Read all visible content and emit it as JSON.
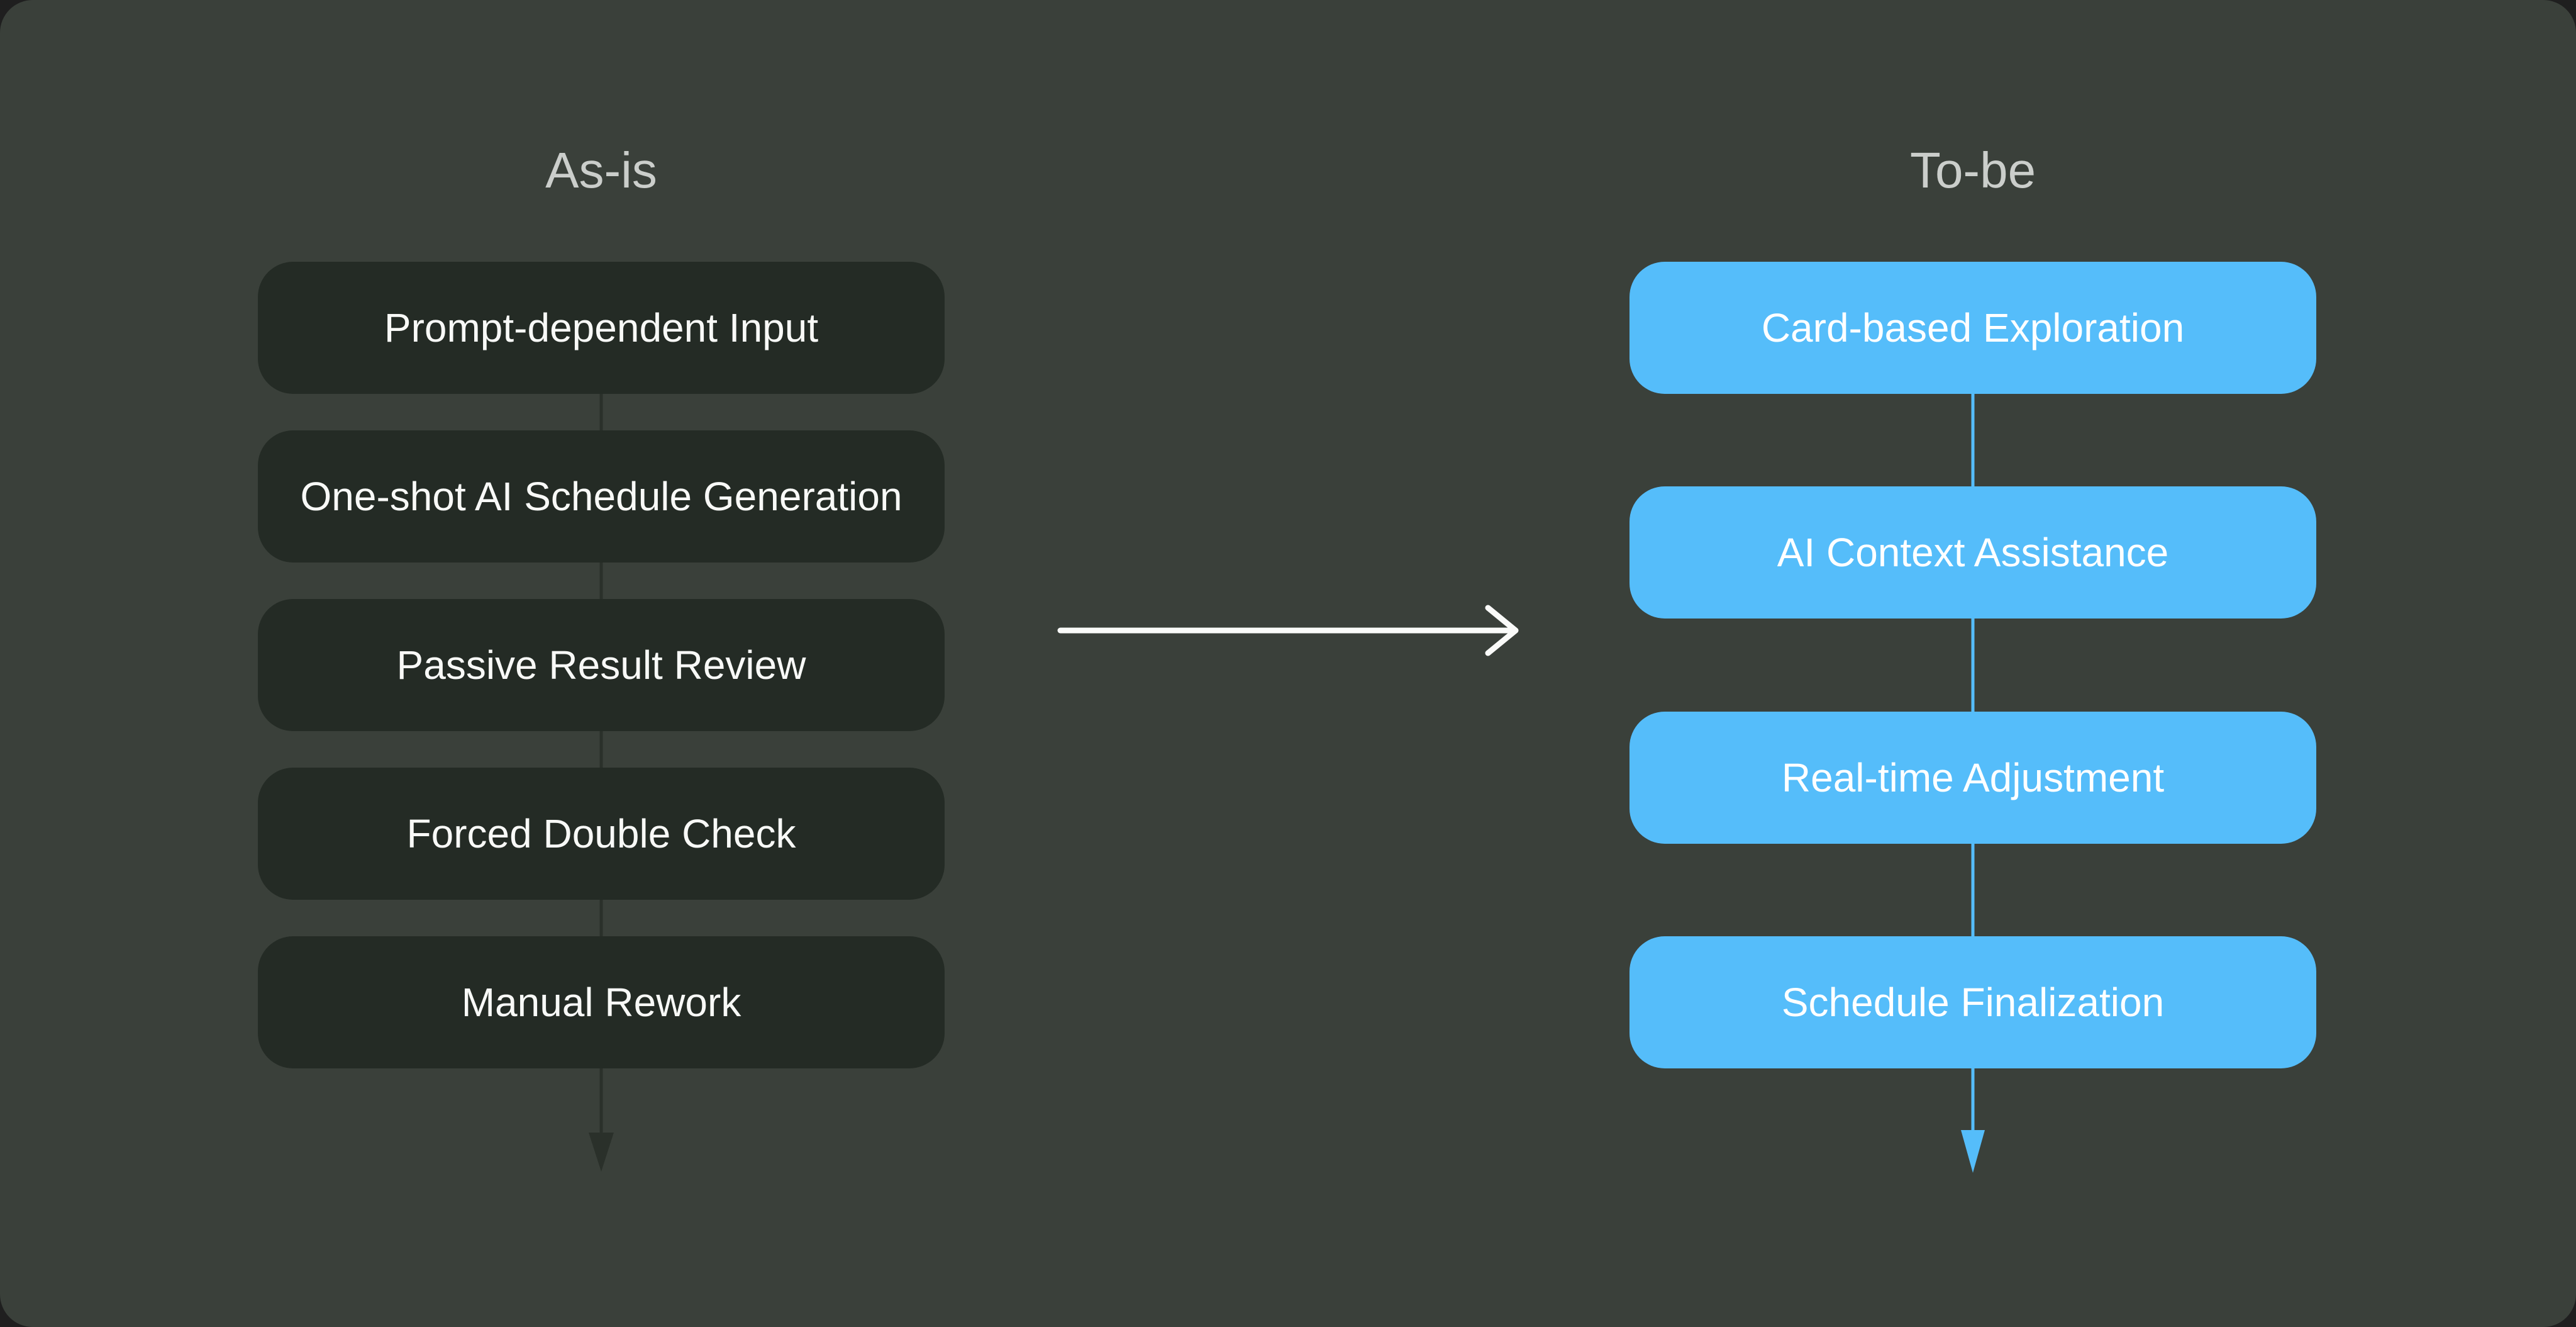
{
  "canvas": {
    "background": "#3A403A",
    "outer_background": "#1F1F1F"
  },
  "as_is": {
    "title": "As-is",
    "title_color": "#CBCECB",
    "box_color": "#242B25",
    "text_color": "#F8F9F7",
    "connector_color": "#2A302A",
    "steps": [
      "Prompt-dependent Input",
      "One-shot AI Schedule Generation",
      "Passive Result Review",
      "Forced Double Check",
      "Manual Rework"
    ]
  },
  "to_be": {
    "title": "To-be",
    "title_color": "#CBCECB",
    "box_color": "#55BDFA",
    "text_color": "#FFFFFF",
    "connector_color": "#55BDFA",
    "steps": [
      "Card-based Exploration",
      "AI Context Assistance",
      "Real-time Adjustment",
      "Schedule Finalization"
    ]
  },
  "transition_arrow": {
    "color": "#FAFBF9"
  }
}
